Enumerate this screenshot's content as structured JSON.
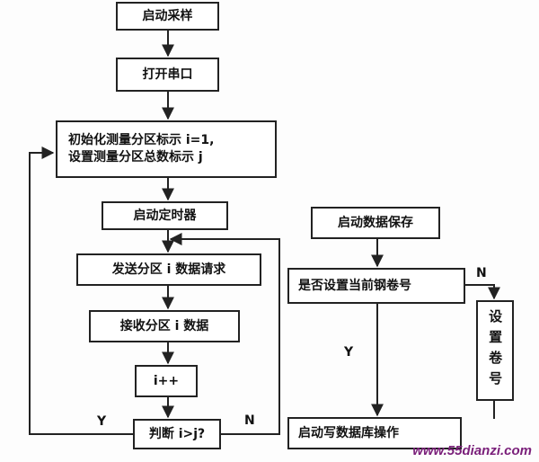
{
  "nodes": {
    "start_sampling": "启动采样",
    "open_serial": "打开串口",
    "init_line1": "初始化测量分区标示 i=1,",
    "init_line2": "设置测量分区总数标示 j",
    "start_timer": "启动定时器",
    "send_request": "发送分区 i 数据请求",
    "receive_data": "接收分区 i 数据",
    "increment": "i++",
    "judge": "判断 i>j?",
    "start_save": "启动数据保存",
    "check_coil": "是否设置当前钢卷号",
    "set_coil": "设置卷号",
    "write_db": "启动写数据库操作"
  },
  "labels": {
    "judge_yes": "Y",
    "judge_no": "N",
    "coil_yes": "Y",
    "coil_no": "N"
  },
  "watermark": "www.55dianzi.com",
  "colors": {
    "line": "#222222",
    "watermark": "#7a1f7a"
  }
}
